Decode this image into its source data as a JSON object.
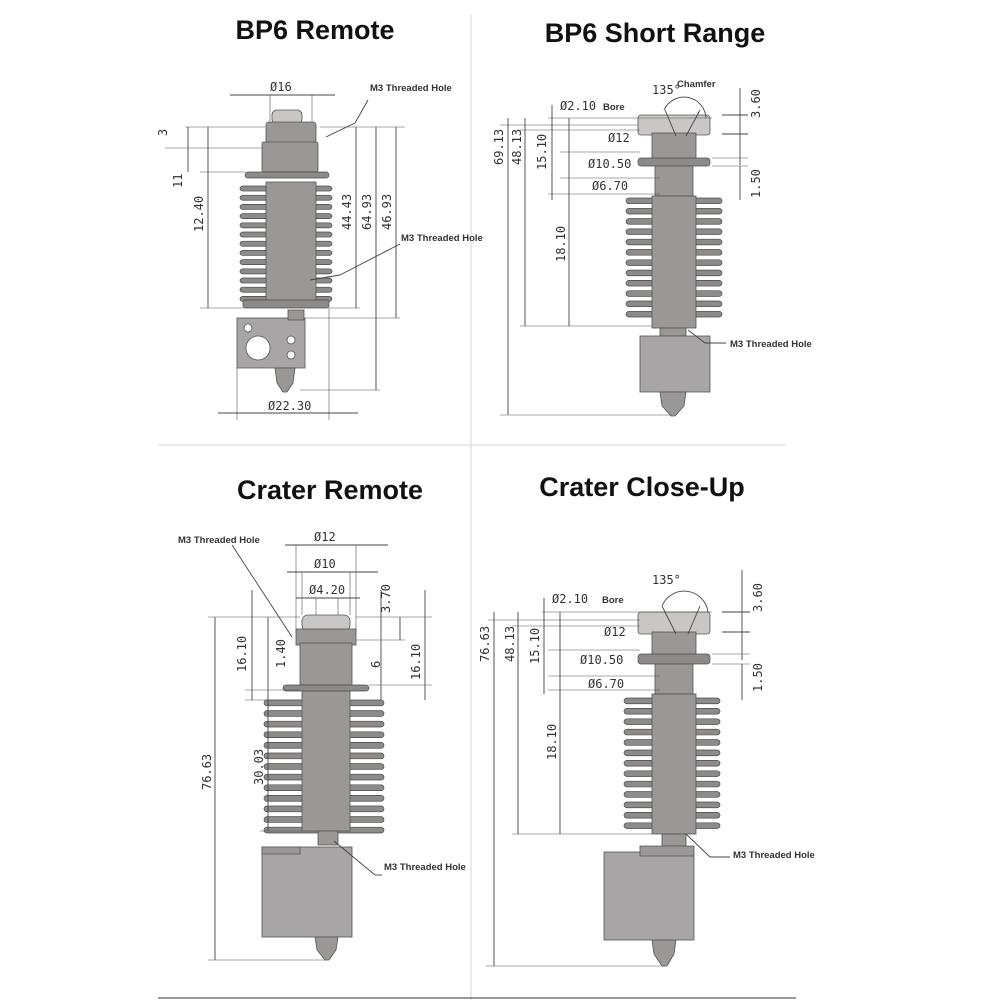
{
  "panels": [
    {
      "title": "BP6 Remote",
      "labels": {
        "d16": "Ø16",
        "m3_top": "M3 Threaded Hole",
        "m3_mid": "M3 Threaded Hole",
        "dim_3": "3",
        "dim_11": "11",
        "dim_12_40": "12.40",
        "dim_44_43": "44.43",
        "dim_64_93": "64.93",
        "dim_46_93": "46.93",
        "d22_30": "Ø22.30"
      }
    },
    {
      "title": "BP6 Short Range",
      "labels": {
        "d2_10": "Ø2.10",
        "bore": "Bore",
        "angle": "135°",
        "chamfer": "Chamfer",
        "dim_3_60": "3.60",
        "d12": "Ø12",
        "dim_69_13": "69.13",
        "dim_48_13": "48.13",
        "dim_15_10": "15.10",
        "d10_50": "Ø10.50",
        "d6_70": "Ø6.70",
        "dim_1_50": "1.50",
        "dim_18_10": "18.10",
        "m3": "M3 Threaded Hole"
      }
    },
    {
      "title": "Crater Remote",
      "labels": {
        "m3_top": "M3 Threaded Hole",
        "d12": "Ø12",
        "d10": "Ø10",
        "d4_20": "Ø4.20",
        "dim_3_70": "3.70",
        "dim_16_10_l": "16.10",
        "dim_1_40": "1.40",
        "dim_6": "6",
        "dim_16_10_r": "16.10",
        "dim_76_63": "76.63",
        "dim_30_03": "30.03",
        "m3_bottom": "M3 Threaded Hole"
      }
    },
    {
      "title": "Crater Close-Up",
      "labels": {
        "angle": "135°",
        "d2_10": "Ø2.10",
        "bore": "Bore",
        "dim_3_60": "3.60",
        "dim_76_63": "76.63",
        "dim_48_13": "48.13",
        "dim_15_10": "15.10",
        "d12": "Ø12",
        "d10_50": "Ø10.50",
        "d6_70": "Ø6.70",
        "dim_1_50": "1.50",
        "dim_18_10": "18.10",
        "m3": "M3 Threaded Hole"
      }
    }
  ]
}
